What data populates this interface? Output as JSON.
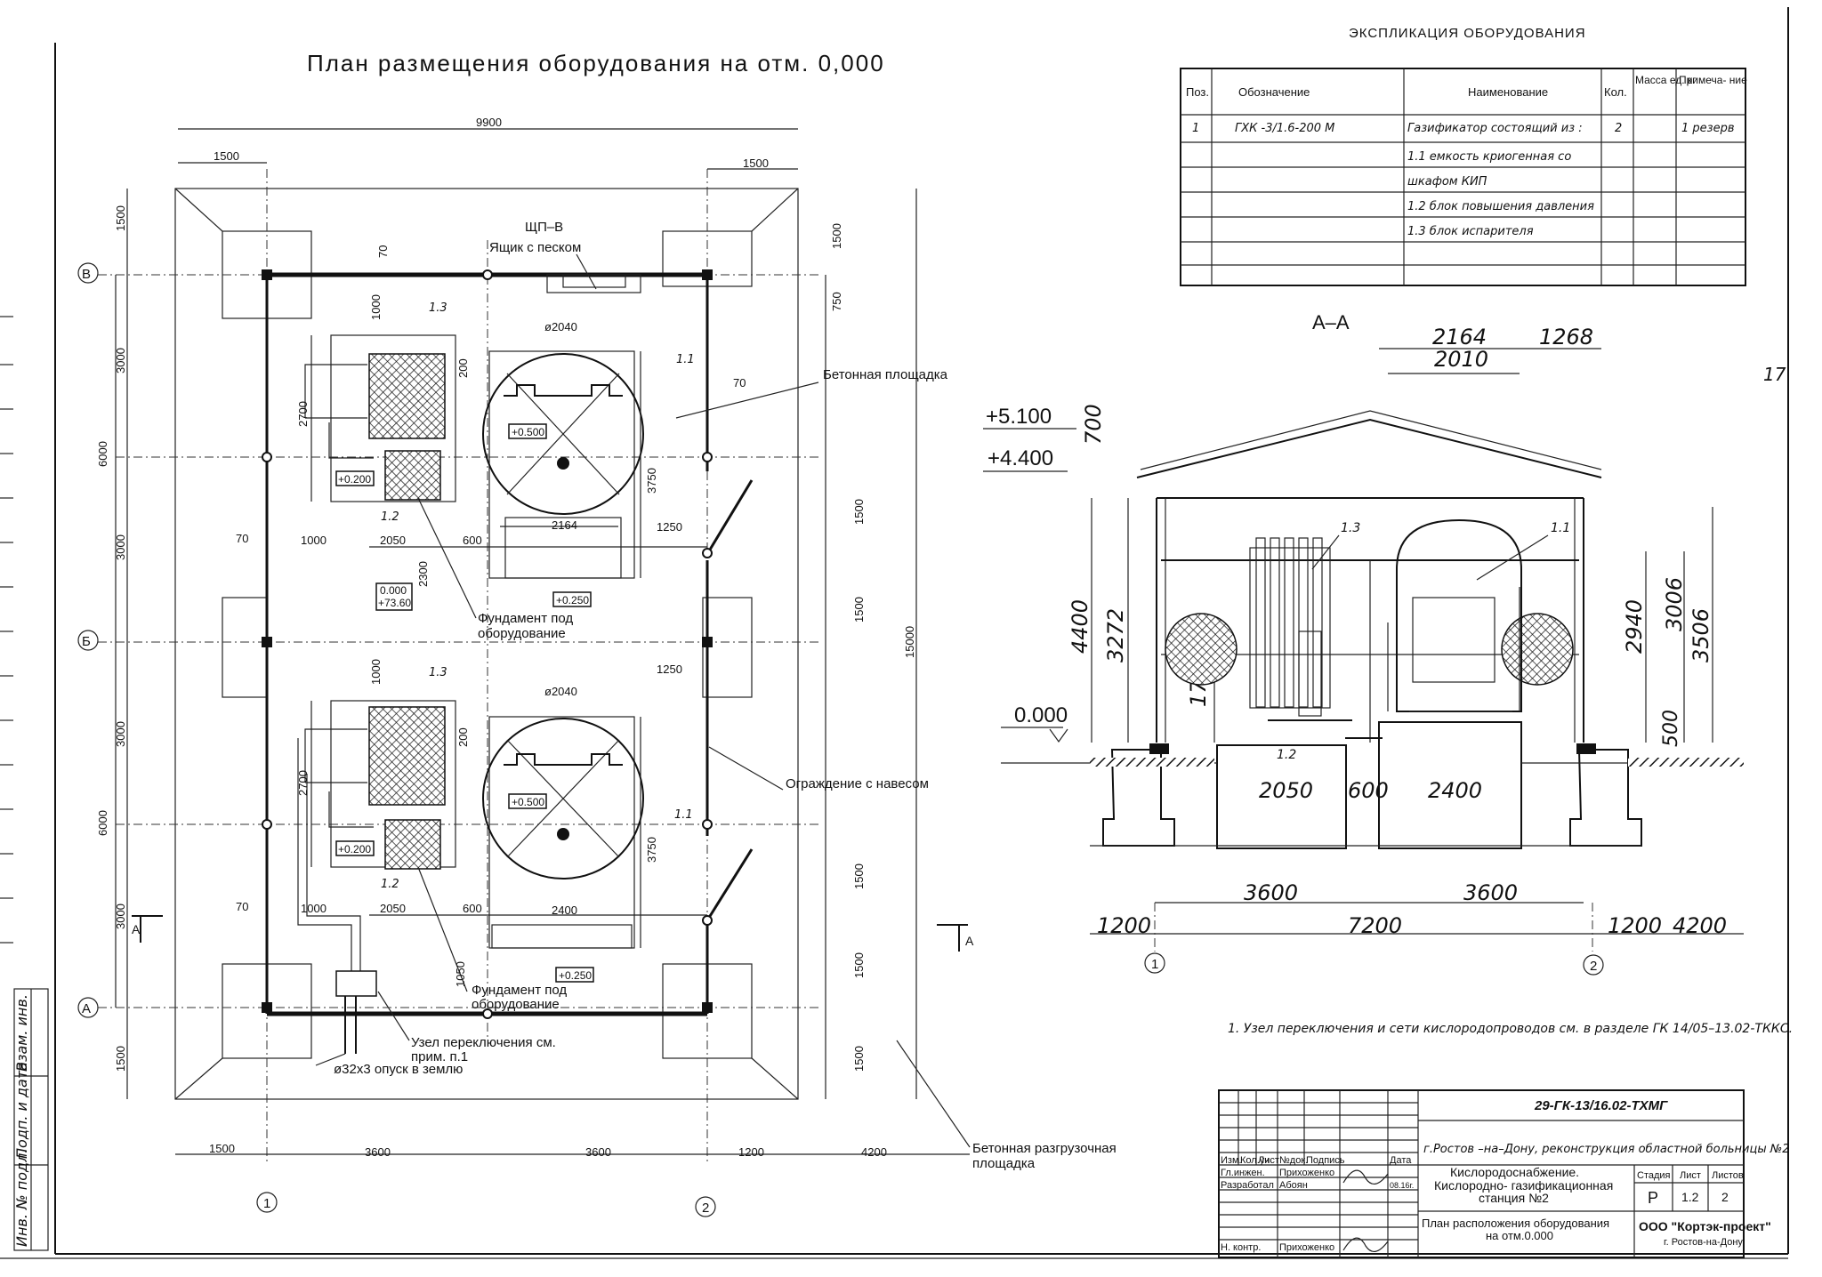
{
  "plan": {
    "title": "План размещения оборудования на отм. 0,000",
    "dim_total_width": "9900",
    "dim_1500": "1500",
    "dim_3000": "3000",
    "dim_6000": "6000",
    "dim_15000": "15000",
    "dim_3600": "3600",
    "dim_1200": "1200",
    "dim_4200": "4200",
    "dim_70": "70",
    "dim_1000": "1000",
    "dim_2050": "2050",
    "dim_600": "600",
    "dim_200": "200",
    "dim_2700": "2700",
    "dim_3750": "3750",
    "dim_2164": "2164",
    "dim_2400": "2400",
    "dim_1250": "1250",
    "dim_750": "750",
    "dim_2300": "2300",
    "dim_1050": "1050",
    "dia_2040": "ø2040",
    "axis_v": "В",
    "axis_b": "Б",
    "axis_a": "А",
    "axis_1": "1",
    "axis_2": "2",
    "mark_1_1": "1.1",
    "mark_1_2": "1.2",
    "mark_1_3": "1.3",
    "lvl_0500": "+0.500",
    "lvl_0200": "+0.200",
    "lvl_0250": "+0.250",
    "lvl_0000": "0.000",
    "lvl_7360": "+73.60",
    "shp_v": "ЩП–В",
    "sand_box": "Ящик с песком",
    "concrete_pad": "Бетонная площадка",
    "fence": "Ограждение с навесом",
    "foundation": "Фундамент под",
    "foundation2": "оборудование",
    "switch_node": "Узел переключения см.",
    "switch_note": "прим. п.1",
    "pipe_desc": "ø32х3 опуск в землю",
    "unload_pad": "Бетонная разгрузочная",
    "unload_pad2": "площадка",
    "section_mark": "А"
  },
  "explication": {
    "title": "ЭКСПЛИКАЦИЯ ОБОРУДОВАНИЯ",
    "headers": [
      "Поз.",
      "Обозначение",
      "Наименование",
      "Кол.",
      "Масса ед. кг",
      "Примеча- ние"
    ],
    "rows": [
      [
        "1",
        "ГХК -3/1.6-200 М",
        "Газификатор состоящий из :",
        "2",
        "",
        "1 резерв"
      ],
      [
        "",
        "",
        "1.1 емкость криогенная со",
        "",
        "",
        ""
      ],
      [
        "",
        "",
        "шкафом КИП",
        "",
        "",
        ""
      ],
      [
        "",
        "",
        "1.2 блок повышения давления",
        "",
        "",
        ""
      ],
      [
        "",
        "",
        "1.3 блок испарителя",
        "",
        "",
        ""
      ],
      [
        "",
        "",
        "",
        "",
        "",
        ""
      ]
    ]
  },
  "section": {
    "title": "А–А",
    "d2164": "2164",
    "d1268": "1268",
    "d2010": "2010",
    "lvl_5100": "+5.100",
    "lvl_4400": "+4.400",
    "lvl_0": "0.000",
    "d700": "700",
    "d4400": "4400",
    "d3272": "3272",
    "d1772": "1772",
    "d2940": "2940",
    "d3006": "3006",
    "d3506": "3506",
    "d500": "500",
    "d2050": "2050",
    "d600": "600",
    "d2400": "2400",
    "d3600": "3600",
    "d7200": "7200",
    "d1200": "1200",
    "d4200": "4200",
    "m11": "1.1",
    "m12": "1.2",
    "m13": "1.3",
    "ax1": "1",
    "ax2": "2"
  },
  "sheet_no": "17",
  "note": "1. Узел переключения и сети кислородопроводов см. в разделе ГК 14/05–13.02-ТККС.",
  "stamp": {
    "code": "29-ГК-13/16.02-ТХМГ",
    "object": "г.Ростов –на–Дону, реконструкция областной больницы №2",
    "header_cells": [
      "Изм.",
      "Кол.уч",
      "Лист",
      "№док.",
      "Подпись",
      "Дата"
    ],
    "role1": "Гл.инжен.",
    "name1": "Прихоженко",
    "role2": "Разработал",
    "name2": "Абоян",
    "date2": "08.16г.",
    "role3": "Н. контр.",
    "name3": "Прихоженко",
    "subject1": "Кислородоснабжение.",
    "subject2": "Кислородно- газификационная",
    "subject3": "станция №2",
    "sheet_title1": "План расположения оборудования",
    "sheet_title2": "на отм.0.000",
    "stage_h": "Стадия",
    "sheet_h": "Лист",
    "sheets_h": "Листов",
    "stage": "Р",
    "sheet": "1.2",
    "sheets": "2",
    "org1": "ООО \"Кортэк-проект\"",
    "org2": "г. Ростов-на-Дону"
  },
  "side_stamp": {
    "c1": "Взам. инв.",
    "c2": "Подп. и дата",
    "c3": "Инв. № подл."
  }
}
